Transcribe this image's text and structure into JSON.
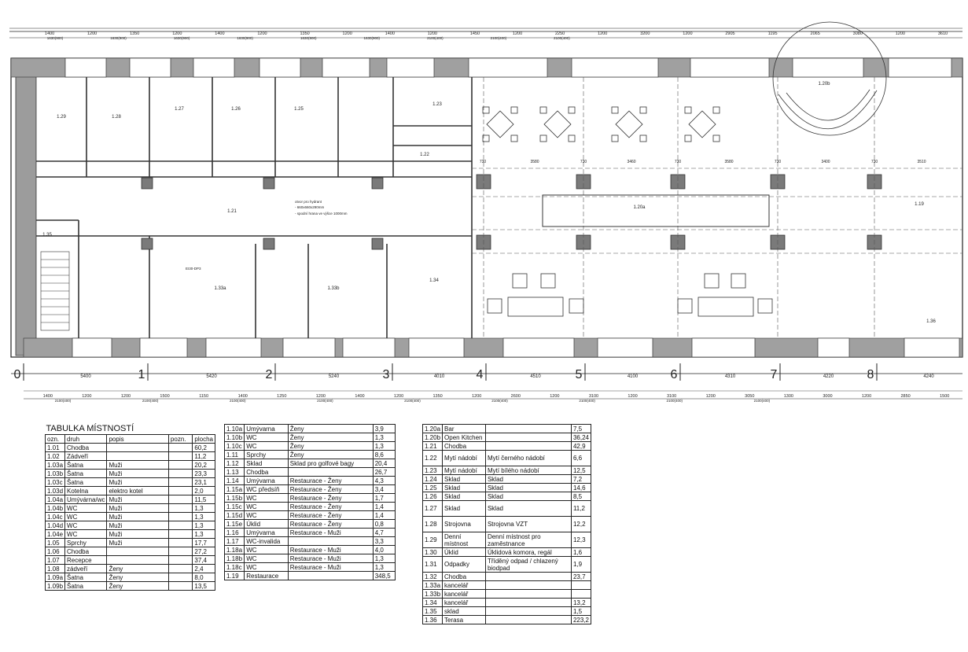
{
  "plan": {
    "axis_labels": [
      "0",
      "1",
      "2",
      "3",
      "4",
      "5",
      "6",
      "7",
      "8"
    ],
    "top_dims": [
      "1400",
      "1200",
      "1350",
      "1200",
      "1400",
      "1200",
      "1350",
      "1200",
      "1400",
      "1200",
      "1450",
      "1200",
      "2250",
      "1200",
      "3200",
      "1200",
      "2905",
      "1195",
      "2065",
      "3080",
      "1200",
      "3610"
    ],
    "top_subdims": [
      "1630(900)",
      "1630(900)",
      "1630(900)",
      "1630(900)",
      "1630(900)",
      "1630(900)",
      "2100(400)",
      "2100(400)",
      "2100(400)"
    ],
    "axis_dims": [
      "5400",
      "5420",
      "5240",
      "4010",
      "4510",
      "4100",
      "4310",
      "4220",
      "4240"
    ],
    "bottom_dims": [
      "1400",
      "1200",
      "1200",
      "1500",
      "1150",
      "1400",
      "1250",
      "1200",
      "1400",
      "1200",
      "1350",
      "1200",
      "2600",
      "1200",
      "3100",
      "1200",
      "3100",
      "1200",
      "3050",
      "1300",
      "3000",
      "1200",
      "2850",
      "1500"
    ],
    "bottom_subdims": [
      "2100(400)",
      "2100(400)",
      "2100(400)",
      "2100(400)",
      "2100(400)",
      "2100(400)",
      "2100(400)",
      "2100(400)",
      "2100(400)"
    ],
    "room_tags": [
      "1.29",
      "1.28",
      "1.27",
      "1.26",
      "1.25",
      "1.23",
      "1.22",
      "1.21",
      "1.20a",
      "1.20b",
      "1.19",
      "1.35",
      "1.33a",
      "1.33b",
      "1.34",
      "1.36"
    ],
    "row_dims": [
      "3580",
      "3460",
      "3580",
      "3400",
      "3510",
      "730",
      "730",
      "730",
      "730",
      "730"
    ],
    "note_line1": "otvor pro hydrant",
    "note_line2": "- 660x660x290mm",
    "note_line3": "- spodní hrana ve výšce 1000mm",
    "level_mark": "EI30-DP3"
  },
  "table1": {
    "title": "TABULKA MÍSTNOSTÍ",
    "headers": [
      "ozn.",
      "druh",
      "popis",
      "pozn.",
      "plocha"
    ],
    "rows": [
      [
        "1.01",
        "Chodba",
        "",
        "",
        "60,2"
      ],
      [
        "1.02",
        "Zádveří",
        "",
        "",
        "11,2"
      ],
      [
        "1.03a",
        "Šatna",
        "Muži",
        "",
        "20,2"
      ],
      [
        "1.03b",
        "Šatna",
        "Muži",
        "",
        "23,3"
      ],
      [
        "1.03c",
        "Šatna",
        "Muži",
        "",
        "23,1"
      ],
      [
        "1.03d",
        "Kotelna",
        "elektro kotel",
        "",
        "2,0"
      ],
      [
        "1.04a",
        "Umývárna/wc",
        "Muži",
        "",
        "11,5"
      ],
      [
        "1.04b",
        "WC",
        "Muži",
        "",
        "1,3"
      ],
      [
        "1.04c",
        "WC",
        "Muži",
        "",
        "1,3"
      ],
      [
        "1.04d",
        "WC",
        "Muži",
        "",
        "1,3"
      ],
      [
        "1.04e",
        "WC",
        "Muži",
        "",
        "1,3"
      ],
      [
        "1.05",
        "Sprchy",
        "Muži",
        "",
        "17,7"
      ],
      [
        "1.06",
        "Chodba",
        "",
        "",
        "27,2"
      ],
      [
        "1.07",
        "Recepce",
        "",
        "",
        "37,4"
      ],
      [
        "1.08",
        "zádveří",
        "Ženy",
        "",
        "2,4"
      ],
      [
        "1.09a",
        "Šatna",
        "Ženy",
        "",
        "8,0"
      ],
      [
        "1.09b",
        "Šatna",
        "Ženy",
        "",
        "13,5"
      ]
    ]
  },
  "table2": {
    "rows": [
      [
        "1.10a",
        "Umývarna",
        "Ženy",
        "3,9"
      ],
      [
        "1.10b",
        "WC",
        "Ženy",
        "1,3"
      ],
      [
        "1.10c",
        "WC",
        "Ženy",
        "1,3"
      ],
      [
        "1.11",
        "Sprchy",
        "Ženy",
        "8,6"
      ],
      [
        "1.12",
        "Sklad",
        "Sklad pro golfové bagy",
        "20,4"
      ],
      [
        "1.13",
        "Chodba",
        "",
        "26,7"
      ],
      [
        "1.14",
        "Umývarna",
        "Restaurace - Ženy",
        "4,3"
      ],
      [
        "1.15a",
        "WC předsíň",
        "Restaurace - Ženy",
        "3,4"
      ],
      [
        "1.15b",
        "WC",
        "Restaurace - Ženy",
        "1,7"
      ],
      [
        "1.15c",
        "WC",
        "Restaurace - Ženy",
        "1,4"
      ],
      [
        "1.15d",
        "WC",
        "Restaurace - Ženy",
        "1,4"
      ],
      [
        "1.15e",
        "Úklid",
        "Restaurace - Ženy",
        "0,8"
      ],
      [
        "1.16",
        "Umývarna",
        "Restaurace - Muži",
        "4,7"
      ],
      [
        "1.17",
        "WC-invalida",
        "",
        "3,3"
      ],
      [
        "1.18a",
        "WC",
        "Restaurace - Muži",
        "4,0"
      ],
      [
        "1.18b",
        "WC",
        "Restaurace - Muži",
        "1,3"
      ],
      [
        "1.18c",
        "WC",
        "Restaurace - Muži",
        "1,3"
      ],
      [
        "1.19",
        "Restaurace",
        "",
        "348,5"
      ]
    ]
  },
  "table3": {
    "rows": [
      [
        "1.20a",
        "Bar",
        "",
        "7,5"
      ],
      [
        "1.20b",
        "Open Kitchen",
        "",
        "36,24"
      ],
      [
        "1.21",
        "Chodba",
        "",
        "42,9"
      ],
      [
        "1.22",
        "Mytí nádobí",
        "Mytí černého nádobí",
        "6,6"
      ],
      [
        "1.23",
        "Mytí nádobí",
        "Mytí bílého nádobí",
        "12,5"
      ],
      [
        "1.24",
        "Sklad",
        "Sklad",
        "7,2"
      ],
      [
        "1.25",
        "Sklad",
        "Sklad",
        "14,6"
      ],
      [
        "1.26",
        "Sklad",
        "Sklad",
        "8,5"
      ],
      [
        "1.27",
        "Sklad",
        "Sklad",
        "11,2"
      ],
      [
        "1.28",
        "Strojovna",
        "Strojovna VZT",
        "12,2"
      ],
      [
        "1.29",
        "Denní místnost",
        "Denní místnost pro zaměstnance",
        "12,3"
      ],
      [
        "1.30",
        "Úklid",
        "Úklidová komora, regál",
        "1,6"
      ],
      [
        "1.31",
        "Odpadky",
        "Tříděný odpad / chlazený biodpad",
        "1,9"
      ],
      [
        "1.32",
        "Chodba",
        "",
        "23,7"
      ],
      [
        "1.33a",
        "kancelář",
        "",
        ""
      ],
      [
        "1.33b",
        "kancelář",
        "",
        ""
      ],
      [
        "1.34",
        "kancelář",
        "",
        "13,2"
      ],
      [
        "1.35",
        "sklad",
        "",
        "1,5"
      ],
      [
        "1.36",
        "Terasa",
        "",
        "223,2"
      ]
    ],
    "tall_rows": [
      3,
      8,
      9,
      10,
      12
    ]
  }
}
